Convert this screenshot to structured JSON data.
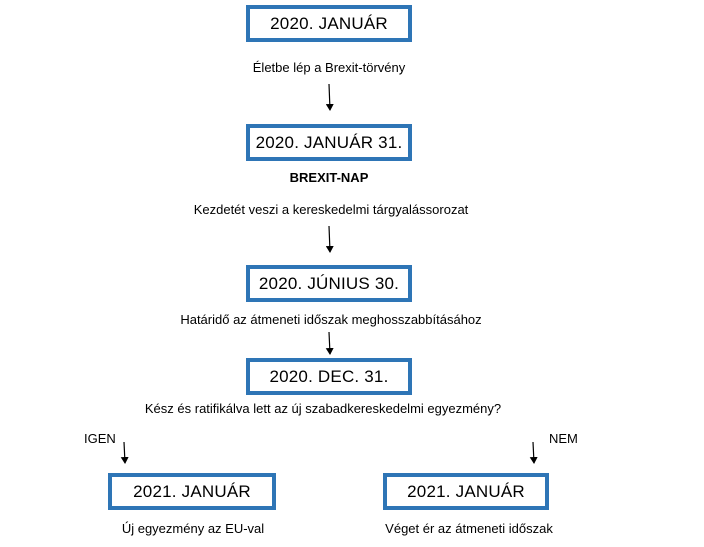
{
  "colors": {
    "box_border": "#2e75b6",
    "text": "#000000",
    "arrow": "#000000"
  },
  "steps": [
    {
      "date": "2020. JANUÁR",
      "caption": "Életbe lép a Brexit-törvény"
    },
    {
      "date": "2020. JANUÁR 31.",
      "heading": "BREXIT-NAP",
      "caption": "Kezdetét veszi a kereskedelmi tárgyalássorozat"
    },
    {
      "date": "2020. JÚNIUS 30.",
      "caption": "Határidő az átmeneti időszak meghosszabbításához"
    },
    {
      "date": "2020. DEC. 31.",
      "question": "Kész és ratifikálva lett az új szabadkereskedelmi egyezmény?"
    }
  ],
  "branches": {
    "yes": {
      "label": "IGEN",
      "date": "2021. JANUÁR",
      "caption": "Új egyezmény az EU-val"
    },
    "no": {
      "label": "NEM",
      "date": "2021. JANUÁR",
      "caption": "Véget ér az átmeneti időszak"
    }
  }
}
